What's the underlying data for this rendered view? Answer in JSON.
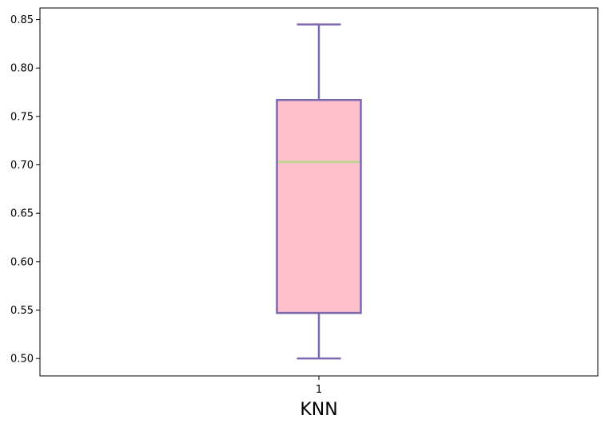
{
  "chart_data": {
    "type": "box",
    "categories": [
      "1"
    ],
    "series": [
      {
        "min": 0.5,
        "q1": 0.547,
        "median": 0.703,
        "q3": 0.767,
        "max": 0.845
      }
    ],
    "xlabel": "KNN",
    "ylabel": "",
    "title": "",
    "ylim": [
      0.482,
      0.862
    ],
    "yticks": [
      0.5,
      0.55,
      0.6,
      0.65,
      0.7,
      0.75,
      0.8,
      0.85
    ],
    "ytick_labels": [
      "0.50",
      "0.55",
      "0.60",
      "0.65",
      "0.70",
      "0.75",
      "0.80",
      "0.85"
    ],
    "grid": false,
    "colors": {
      "box_fill": "#ffc0cb",
      "box_edge": "#7b68b1",
      "median": "#b9d98e",
      "whisker": "#7b68b1"
    }
  }
}
